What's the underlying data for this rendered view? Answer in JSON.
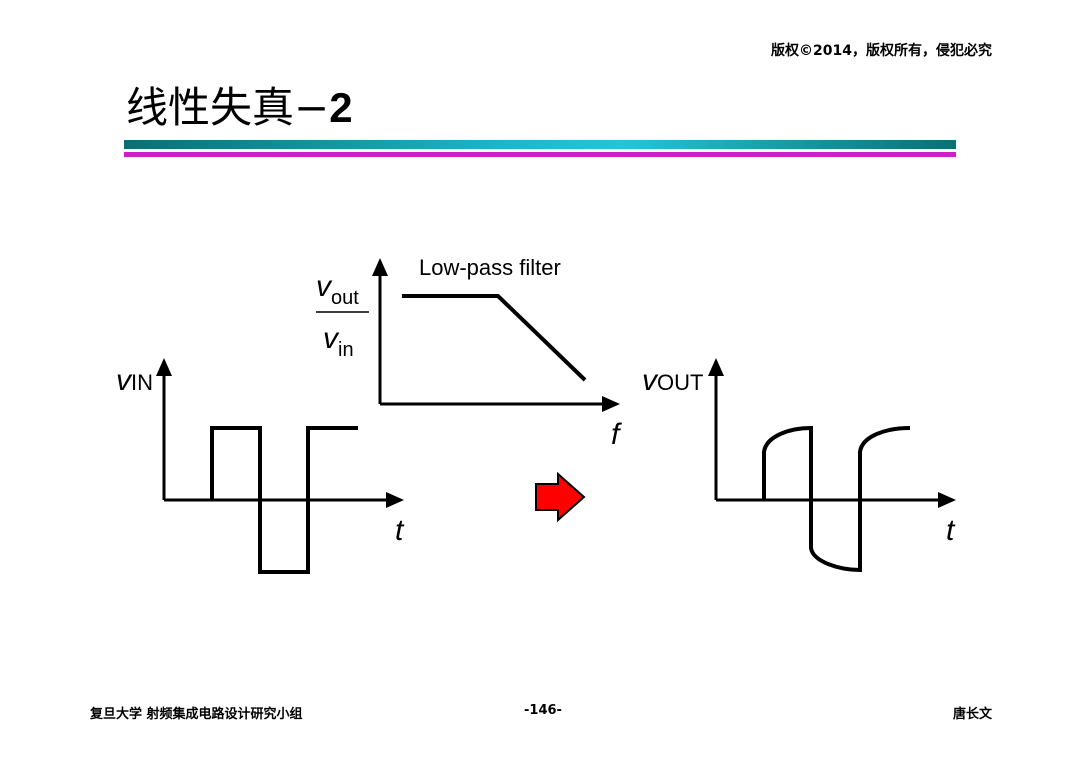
{
  "header": {
    "copyright": "版权©2014，版权所有，侵犯必究"
  },
  "slide": {
    "title_text": "线性失真−",
    "title_number": "2"
  },
  "filter_graph": {
    "title": "Low-pass filter",
    "ratio_numerator_main": "v",
    "ratio_numerator_sub": "out",
    "ratio_denominator_main": "v",
    "ratio_denominator_sub": "in",
    "x_axis_label": "f"
  },
  "input_graph": {
    "y_label_main": "v",
    "y_label_sub": "IN",
    "x_label": "t"
  },
  "output_graph": {
    "y_label_main": "v",
    "y_label_sub": "OUT",
    "x_label": "t"
  },
  "footer": {
    "left": "复旦大学  射频集成电路设计研究小组",
    "center": "-146-",
    "right": "唐长文"
  },
  "colors": {
    "arrow_fill": "#ff0000",
    "rule_teal": "#18b8c4",
    "rule_magenta": "#cc1fc8"
  }
}
